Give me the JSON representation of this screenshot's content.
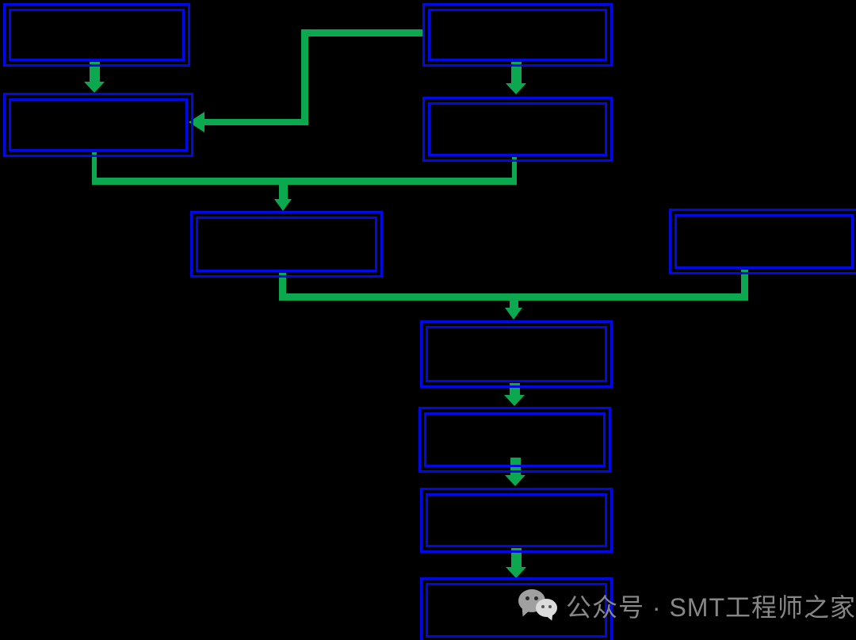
{
  "colors": {
    "background": "#000000",
    "box_border": "#0009e6",
    "connector": "#0ba850",
    "watermark_text": "#8f8f8f",
    "wechat_bubble_back": "#a9a9a9",
    "wechat_bubble_front": "#e8e8e8"
  },
  "watermark": {
    "label": "公众号 · SMT工程师之家",
    "icon": "wechat-icon"
  },
  "diagram": {
    "type": "flowchart",
    "description": "Two-column flowchart of empty double-bordered blue boxes on black background connected by green arrows; no text labels visible inside boxes.",
    "nodes": [
      {
        "id": "box-top-left",
        "label": ""
      },
      {
        "id": "box-left-2",
        "label": ""
      },
      {
        "id": "box-top-right",
        "label": ""
      },
      {
        "id": "box-right-2",
        "label": ""
      },
      {
        "id": "box-middle",
        "label": ""
      },
      {
        "id": "box-side-right",
        "label": ""
      },
      {
        "id": "box-center-1",
        "label": ""
      },
      {
        "id": "box-center-2",
        "label": ""
      },
      {
        "id": "box-center-3",
        "label": ""
      },
      {
        "id": "box-center-4",
        "label": ""
      }
    ],
    "edges": [
      {
        "from": "box-top-left",
        "to": "box-left-2",
        "style": "thick-down-arrow"
      },
      {
        "from": "box-top-right",
        "to": "box-right-2",
        "style": "thick-down-arrow"
      },
      {
        "from": "box-top-right",
        "to": "box-left-2",
        "style": "elbow-left-arrow"
      },
      {
        "from": "box-left-2",
        "to": "box-middle",
        "style": "elbow-merge-down-arrow"
      },
      {
        "from": "box-right-2",
        "to": "box-middle",
        "style": "elbow-merge-down-arrow"
      },
      {
        "from": "box-middle",
        "to": "box-center-1",
        "style": "elbow-merge-down-arrow"
      },
      {
        "from": "box-side-right",
        "to": "box-center-1",
        "style": "elbow-merge-down-arrow"
      },
      {
        "from": "box-center-1",
        "to": "box-center-2",
        "style": "thick-down-arrow"
      },
      {
        "from": "box-center-2",
        "to": "box-center-3",
        "style": "thick-down-arrow"
      },
      {
        "from": "box-center-3",
        "to": "box-center-4",
        "style": "thick-down-arrow"
      }
    ]
  }
}
